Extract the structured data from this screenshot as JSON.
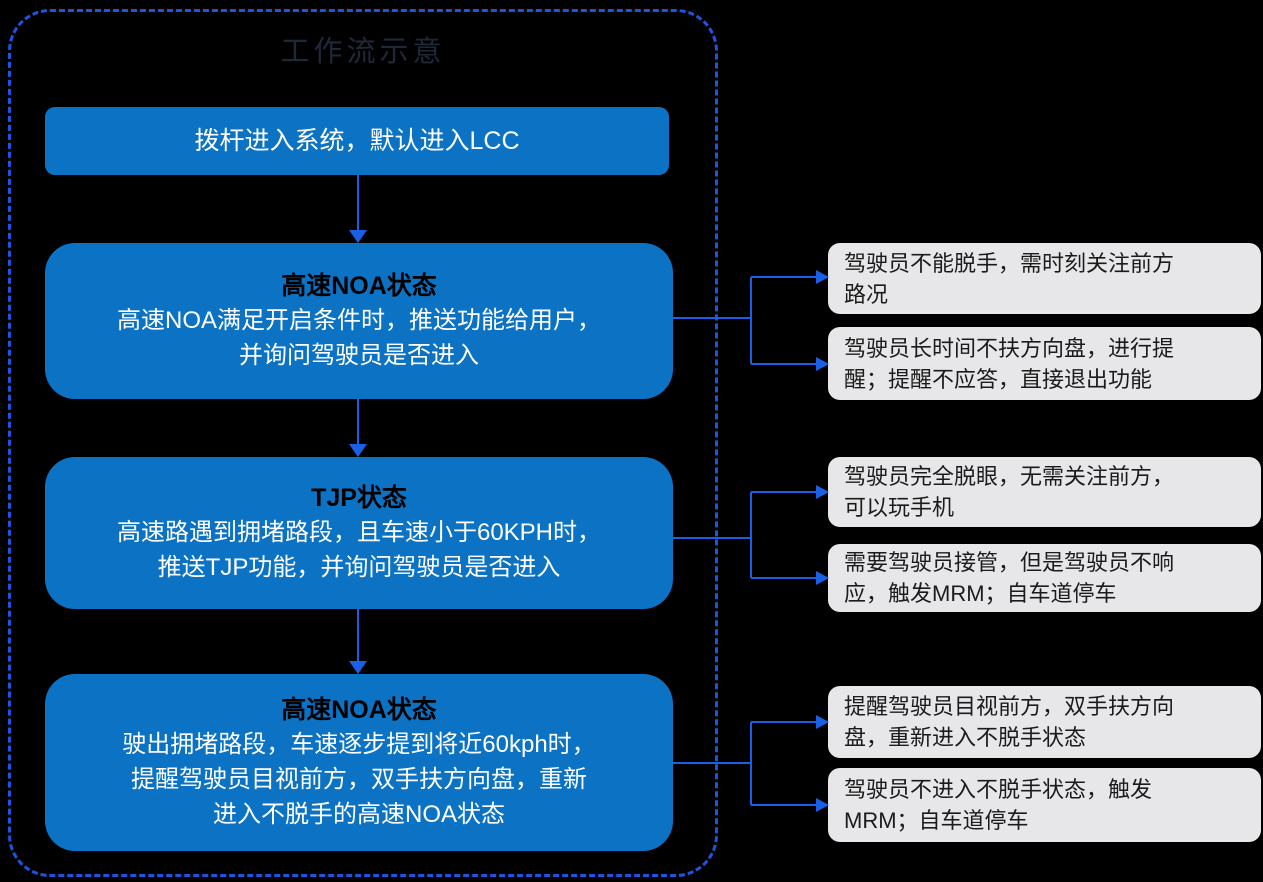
{
  "diagram": {
    "title": "工作流示意"
  },
  "colors": {
    "page_bg": "#000000",
    "box_fill": "#0c73c4",
    "connector": "#1a60e6",
    "frame_border": "#1e55e0",
    "title_color": "#1f2838",
    "callout_fill": "#e7e7e9",
    "callout_text": "#1b1b1b",
    "step_heading": "#000000",
    "step_body": "#ffffff"
  },
  "flow_steps": [
    {
      "title": "",
      "body": "拨杆进入系统，默认进入LCC"
    },
    {
      "title": "高速NOA状态",
      "body": "高速NOA满足开启条件时，推送功能给用户，\n并询问驾驶员是否进入"
    },
    {
      "title": "TJP状态",
      "body": "高速路遇到拥堵路段，且车速小于60KPH时，\n推送TJP功能，并询问驾驶员是否进入"
    },
    {
      "title": "高速NOA状态",
      "body": "驶出拥堵路段，车速逐步提到将近60kph时，\n提醒驾驶员目视前方，双手扶方向盘，重新\n进入不脱手的高速NOA状态"
    }
  ],
  "callouts": [
    {
      "text": "驾驶员不能脱手，需时刻关注前方\n路况"
    },
    {
      "text": "驾驶员长时间不扶方向盘，进行提\n醒；提醒不应答，直接退出功能"
    },
    {
      "text": "驾驶员完全脱眼，无需关注前方，\n可以玩手机"
    },
    {
      "text": "需要驾驶员接管，但是驾驶员不响\n应，触发MRM；自车道停车"
    },
    {
      "text": "提醒驾驶员目视前方，双手扶方向\n盘，重新进入不脱手状态"
    },
    {
      "text": "驾驶员不进入不脱手状态，触发\nMRM；自车道停车"
    }
  ]
}
